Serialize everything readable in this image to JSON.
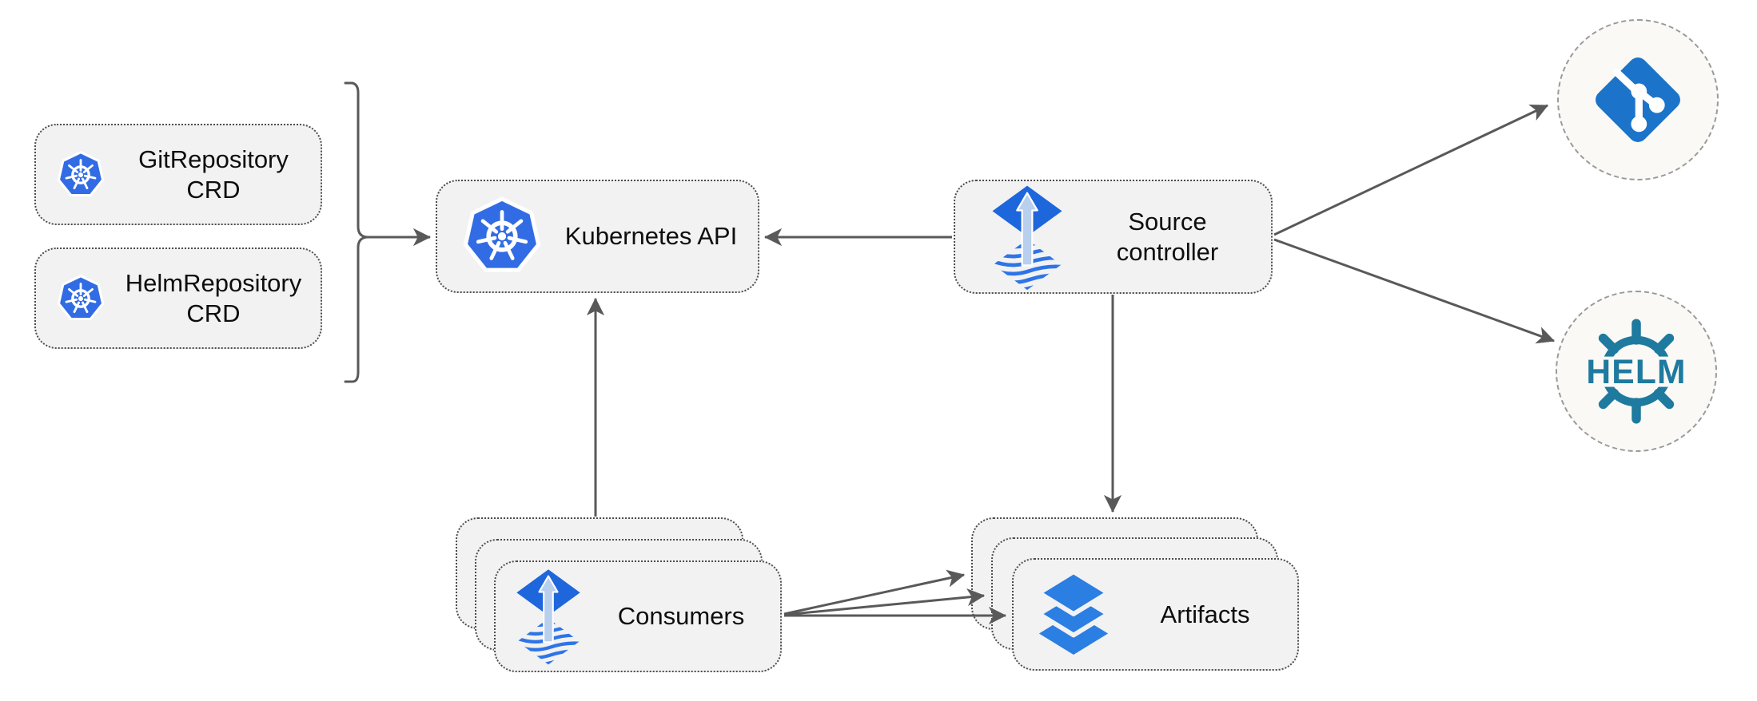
{
  "colors": {
    "node_fill": "#f2f2f2",
    "node_border": "#4c4c4c",
    "circle_fill": "#faf9f6",
    "circle_border": "#9a9a9a",
    "arrow_gray": "#595959",
    "text_color": "#0e0e0e",
    "k8s_blue": "#326ce5",
    "flux_blue": "#1e66dc",
    "flux_wave_blue": "#2e74e8",
    "flux_arrow_light": "#b9cfee",
    "git_blue": "#1b74c9",
    "helm_teal": "#1e7a9e",
    "layers_blue": "#2b7ee2"
  },
  "nodes": {
    "git_repository_crd": {
      "line1": "GitRepository",
      "line2": "CRD",
      "icon": "kubernetes-icon"
    },
    "helm_repository_crd": {
      "line1": "HelmRepository",
      "line2": "CRD",
      "icon": "kubernetes-icon"
    },
    "kubernetes_api": {
      "label": "Kubernetes API",
      "icon": "kubernetes-icon"
    },
    "source_controller": {
      "line1": "Source",
      "line2": "controller",
      "icon": "flux-source-icon"
    },
    "consumers": {
      "label": "Consumers",
      "icon": "flux-source-icon",
      "stack_count": 3
    },
    "artifacts": {
      "label": "Artifacts",
      "icon": "layers-icon",
      "stack_count": 3
    },
    "git_source": {
      "icon": "git-icon"
    },
    "helm_source": {
      "icon": "helm-icon",
      "label": "HELM"
    }
  }
}
